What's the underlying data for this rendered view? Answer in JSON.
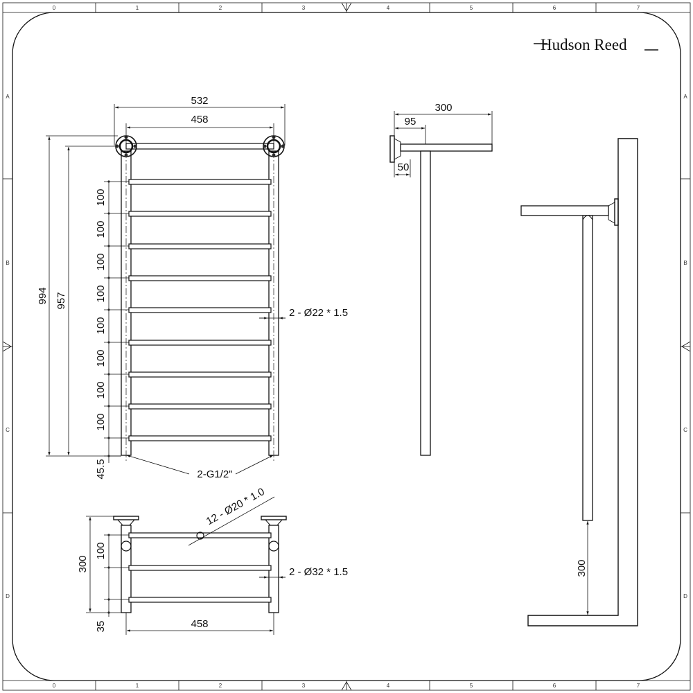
{
  "brand": {
    "name": "Hudson Reed"
  },
  "border": {
    "columns": [
      "0",
      "1",
      "2",
      "3",
      "4",
      "5",
      "6",
      "7"
    ],
    "rows": [
      "A",
      "B",
      "C",
      "D"
    ]
  },
  "front_view": {
    "overall_width": "532",
    "centers_width": "458",
    "overall_height": "994",
    "rail_height": "957",
    "bar_spacing": [
      "100",
      "100",
      "100",
      "100",
      "100",
      "100",
      "100",
      "100"
    ],
    "bottom_offset": "45.5",
    "inlet_label": "2-G1/2\"",
    "bar_pipe_label": "2 - Ø22 * 1.5"
  },
  "side_view": {
    "projection": "300",
    "rail_offset": "95",
    "flange": "50"
  },
  "top_view": {
    "depth": "300",
    "bar_spacing": "100",
    "end_offset": "35",
    "width": "458",
    "bar_label": "12 - Ø20 * 1.0",
    "rail_label": "2 - Ø32 * 1.5"
  },
  "installed_view": {
    "floor_clearance": "300"
  }
}
